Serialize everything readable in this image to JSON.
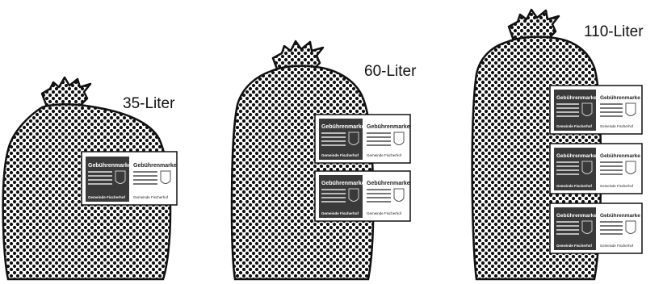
{
  "bags": [
    {
      "label": "35-Liter",
      "stamps": [
        {
          "left_title": "Gebührenmarke",
          "right_title": "Gebührenmarke",
          "left_footer": "Gemeinde Fischerhof",
          "right_footer": "Gemeinde Fischerhof"
        }
      ]
    },
    {
      "label": "60-Liter",
      "stamps": [
        {
          "left_title": "Gebührenmarke",
          "right_title": "Gebührenmarke",
          "left_footer": "Gemeinde Fischerhof",
          "right_footer": "Gemeinde Fischerhof"
        },
        {
          "left_title": "Gebührenmarke",
          "right_title": "Gebührenmarke",
          "left_footer": "Gemeinde Fischerhof",
          "right_footer": "Gemeinde Fischerhof"
        }
      ]
    },
    {
      "label": "110-Liter",
      "stamps": [
        {
          "left_title": "Gebührenmarke",
          "right_title": "Gebührenmarke",
          "left_footer": "Gemeinde Fischerhof",
          "right_footer": "Gemeinde Fischerhof"
        },
        {
          "left_title": "Gebührenmarke",
          "right_title": "Gebührenmarke",
          "left_footer": "Gemeinde Fischerhof",
          "right_footer": "Gemeinde Fischerhof"
        },
        {
          "left_title": "Gebührenmarke",
          "right_title": "Gebührenmarke",
          "left_footer": "Gemeinde Fischerhof",
          "right_footer": "Gemeinde Fischerhof"
        }
      ]
    }
  ]
}
